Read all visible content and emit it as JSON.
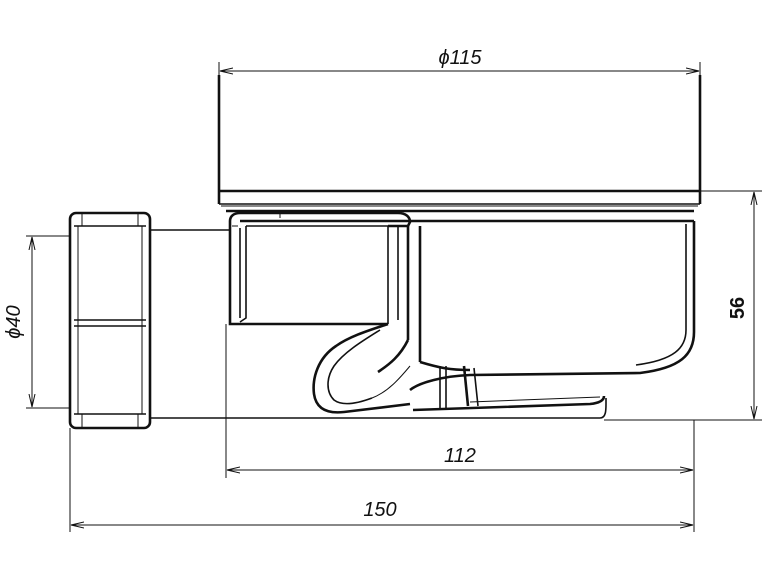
{
  "dimensions": {
    "top_diameter": "ϕ115",
    "height": "56",
    "outlet_diameter": "ϕ40",
    "body_length": "112",
    "total_length": "150"
  }
}
